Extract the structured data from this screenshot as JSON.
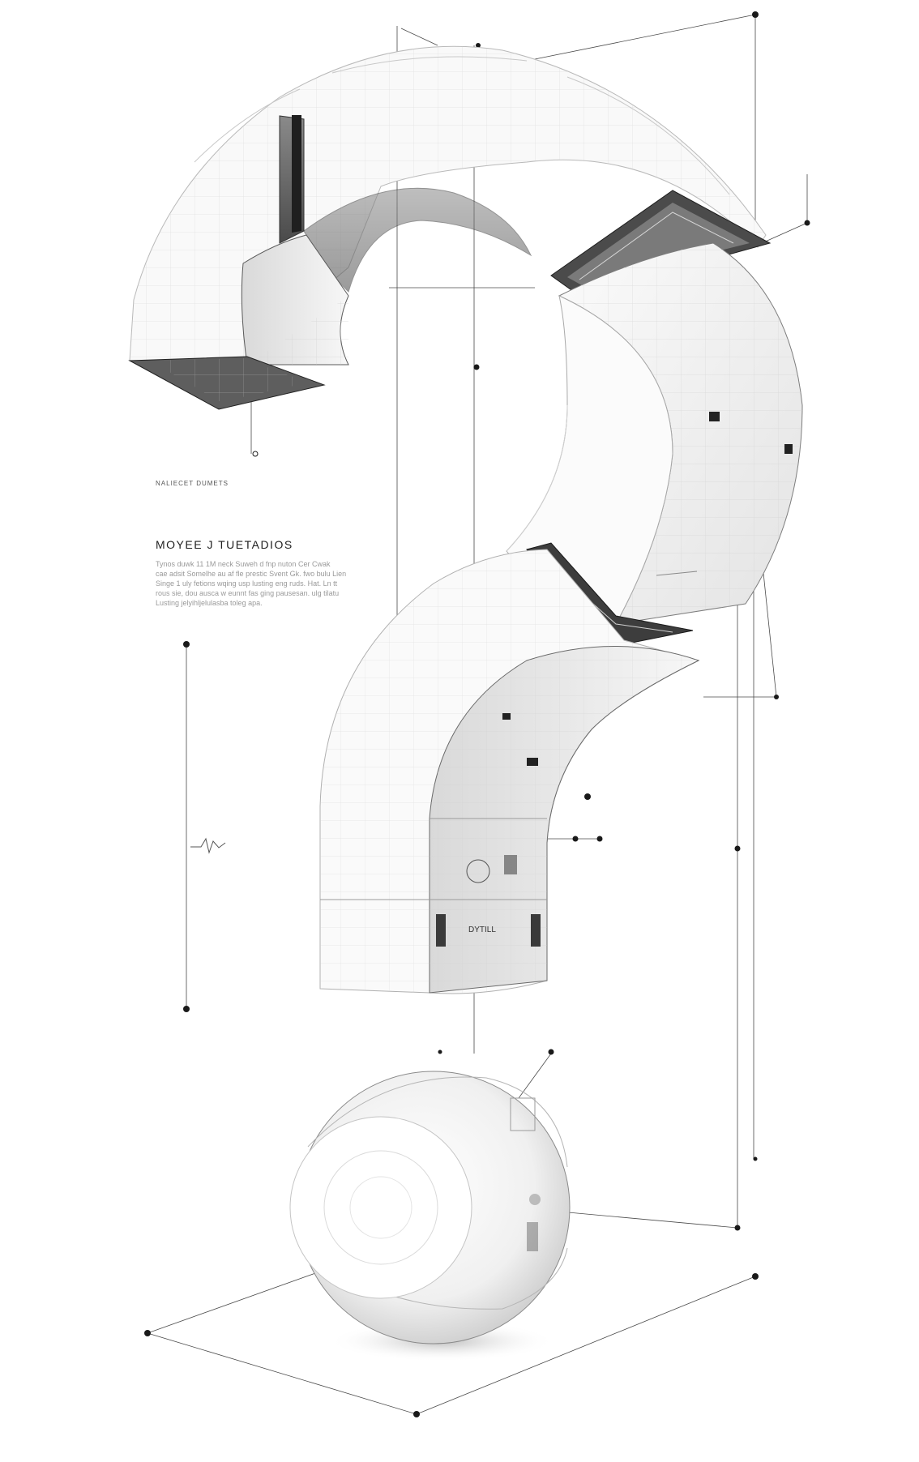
{
  "labels": {
    "small_caption": "NALIECET DUMETS",
    "heading": "MOYEE J TUETADIOS",
    "body_lines": [
      "Tynos duwk 11 1M neck Suweh d fnp nuton Cer Cwak",
      "cae adsit Somelhe au af fle prestic Svent Gk. fwo bulu Lien",
      "Singe 1 uly fetions wqing usp lusting eng ruds. Hat. Ln tt",
      "rous sie, dou ausca w eunnt fas ging pausesan. ulg tilatu",
      "Lusting jelyihljelulasba toleg apa."
    ],
    "label_bottom_block": "DYTILL"
  },
  "colors": {
    "background": "#ffffff",
    "ink": "#1e1e1e",
    "line": "#3a3a3a",
    "panel_dark": "#6e6e6e",
    "panel_light": "#f4f4f4"
  },
  "figure": {
    "subject": "exploded technical drawing of a question mark",
    "parts": [
      "upper-arc",
      "top-right-joint",
      "curved-body",
      "lower-stem",
      "sphere-dot",
      "ground-plane"
    ]
  }
}
